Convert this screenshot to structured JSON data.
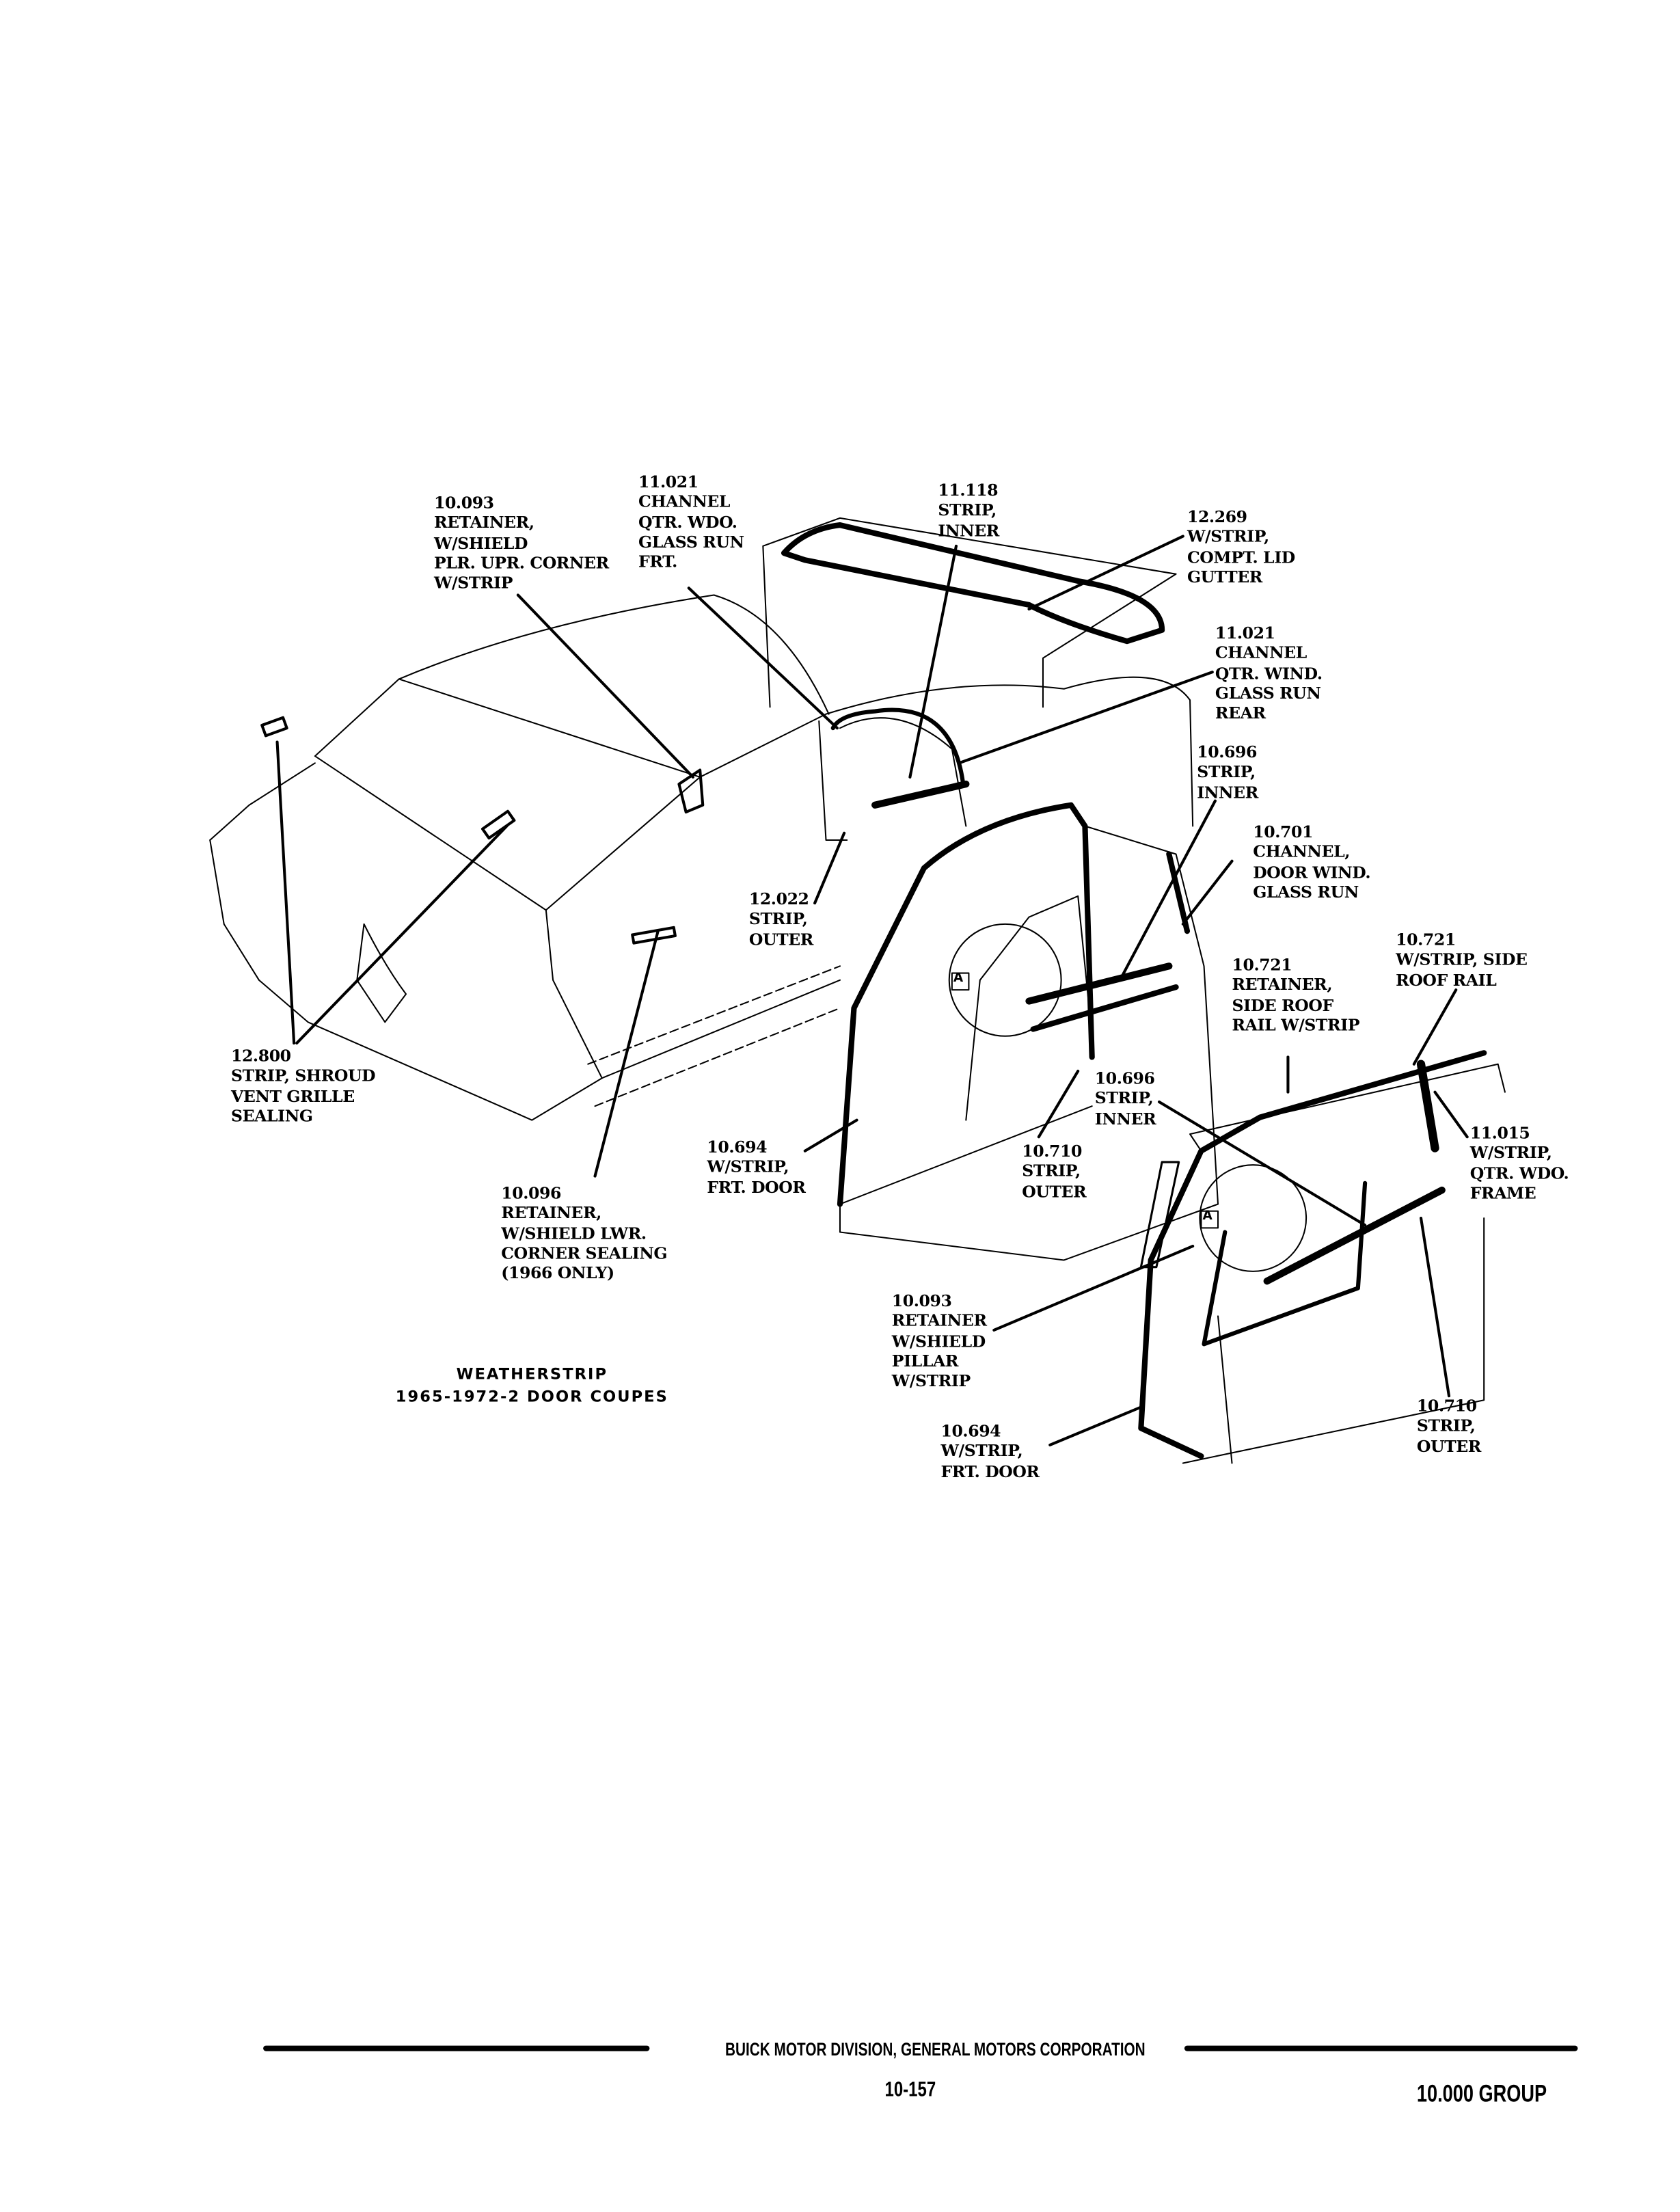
{
  "callouts": [
    {
      "id": "10.093-plr-upr",
      "lines": [
        "10.093",
        "RETAINER,",
        "W/SHIELD",
        "PLR. UPR. CORNER",
        "W/STRIP"
      ]
    },
    {
      "id": "11.021-frt",
      "lines": [
        "11.021",
        "CHANNEL",
        "QTR. WDO.",
        "GLASS RUN",
        "FRT."
      ]
    },
    {
      "id": "11.118",
      "lines": [
        "11.118",
        "STRIP,",
        "INNER"
      ]
    },
    {
      "id": "12.269",
      "lines": [
        "12.269",
        "W/STRIP,",
        "COMPT. LID",
        "GUTTER"
      ]
    },
    {
      "id": "11.021-rear",
      "lines": [
        "11.021",
        "CHANNEL",
        "QTR. WIND.",
        "GLASS RUN",
        "REAR"
      ]
    },
    {
      "id": "10.696-a",
      "lines": [
        "10.696",
        "STRIP,",
        "INNER"
      ]
    },
    {
      "id": "10.701",
      "lines": [
        "10.701",
        "CHANNEL,",
        "DOOR WIND.",
        "GLASS RUN"
      ]
    },
    {
      "id": "10.721-wstrip",
      "lines": [
        "10.721",
        "W/STRIP, SIDE",
        "ROOF RAIL"
      ]
    },
    {
      "id": "10.721-retainer",
      "lines": [
        "10.721",
        "RETAINER,",
        "SIDE ROOF",
        "RAIL W/STRIP"
      ]
    },
    {
      "id": "12.022",
      "lines": [
        "12.022",
        "STRIP,",
        "OUTER"
      ]
    },
    {
      "id": "12.800",
      "lines": [
        "12.800",
        "STRIP, SHROUD",
        "VENT GRILLE",
        "SEALING"
      ]
    },
    {
      "id": "10.694-a",
      "lines": [
        "10.694",
        "W/STRIP,",
        "FRT. DOOR"
      ]
    },
    {
      "id": "10.710-a",
      "lines": [
        "10.710",
        "STRIP,",
        "OUTER"
      ]
    },
    {
      "id": "10.696-b",
      "lines": [
        "10.696",
        "STRIP,",
        "INNER"
      ]
    },
    {
      "id": "11.015",
      "lines": [
        "11.015",
        "W/STRIP,",
        "QTR. WDO.",
        "FRAME"
      ]
    },
    {
      "id": "10.096",
      "lines": [
        "10.096",
        "RETAINER,",
        "W/SHIELD LWR.",
        "CORNER SEALING",
        "(1966 ONLY)"
      ]
    },
    {
      "id": "10.093-pillar",
      "lines": [
        "10.093",
        "RETAINER",
        "W/SHIELD",
        "PILLAR",
        "W/STRIP"
      ]
    },
    {
      "id": "10.694-b",
      "lines": [
        "10.694",
        "W/STRIP,",
        "FRT. DOOR"
      ]
    },
    {
      "id": "10.710-b",
      "lines": [
        "10.710",
        "STRIP,",
        "OUTER"
      ]
    }
  ],
  "detail_marker": "A",
  "title": {
    "line1": "WEATHERSTRIP",
    "line2": "1965-1972-2 DOOR COUPES"
  },
  "footer": {
    "publisher": "BUICK MOTOR DIVISION, GENERAL MOTORS CORPORATION",
    "page": "10-157",
    "group": "10.000 GROUP"
  }
}
